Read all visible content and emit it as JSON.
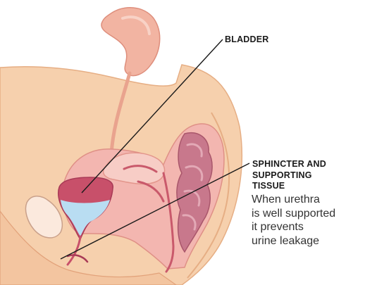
{
  "labels": {
    "bladder": "BLADDER",
    "sphincter_lines": [
      "SPHINCTER AND",
      "SUPPORTING",
      "TISSUE"
    ]
  },
  "note_lines": [
    "When urethra",
    "is well supported",
    "it prevents",
    "urine leakage"
  ],
  "colors": {
    "skin": "#f6d0ad",
    "skin_outline": "#e6ae84",
    "kidney": "#f2b4a2",
    "tissue_pink": "#f0b0b0",
    "bowel": "#c8788c",
    "bladder_wall": "#c8506a",
    "urine": "#b9ddf2",
    "leader_line": "#1a1a1a"
  }
}
